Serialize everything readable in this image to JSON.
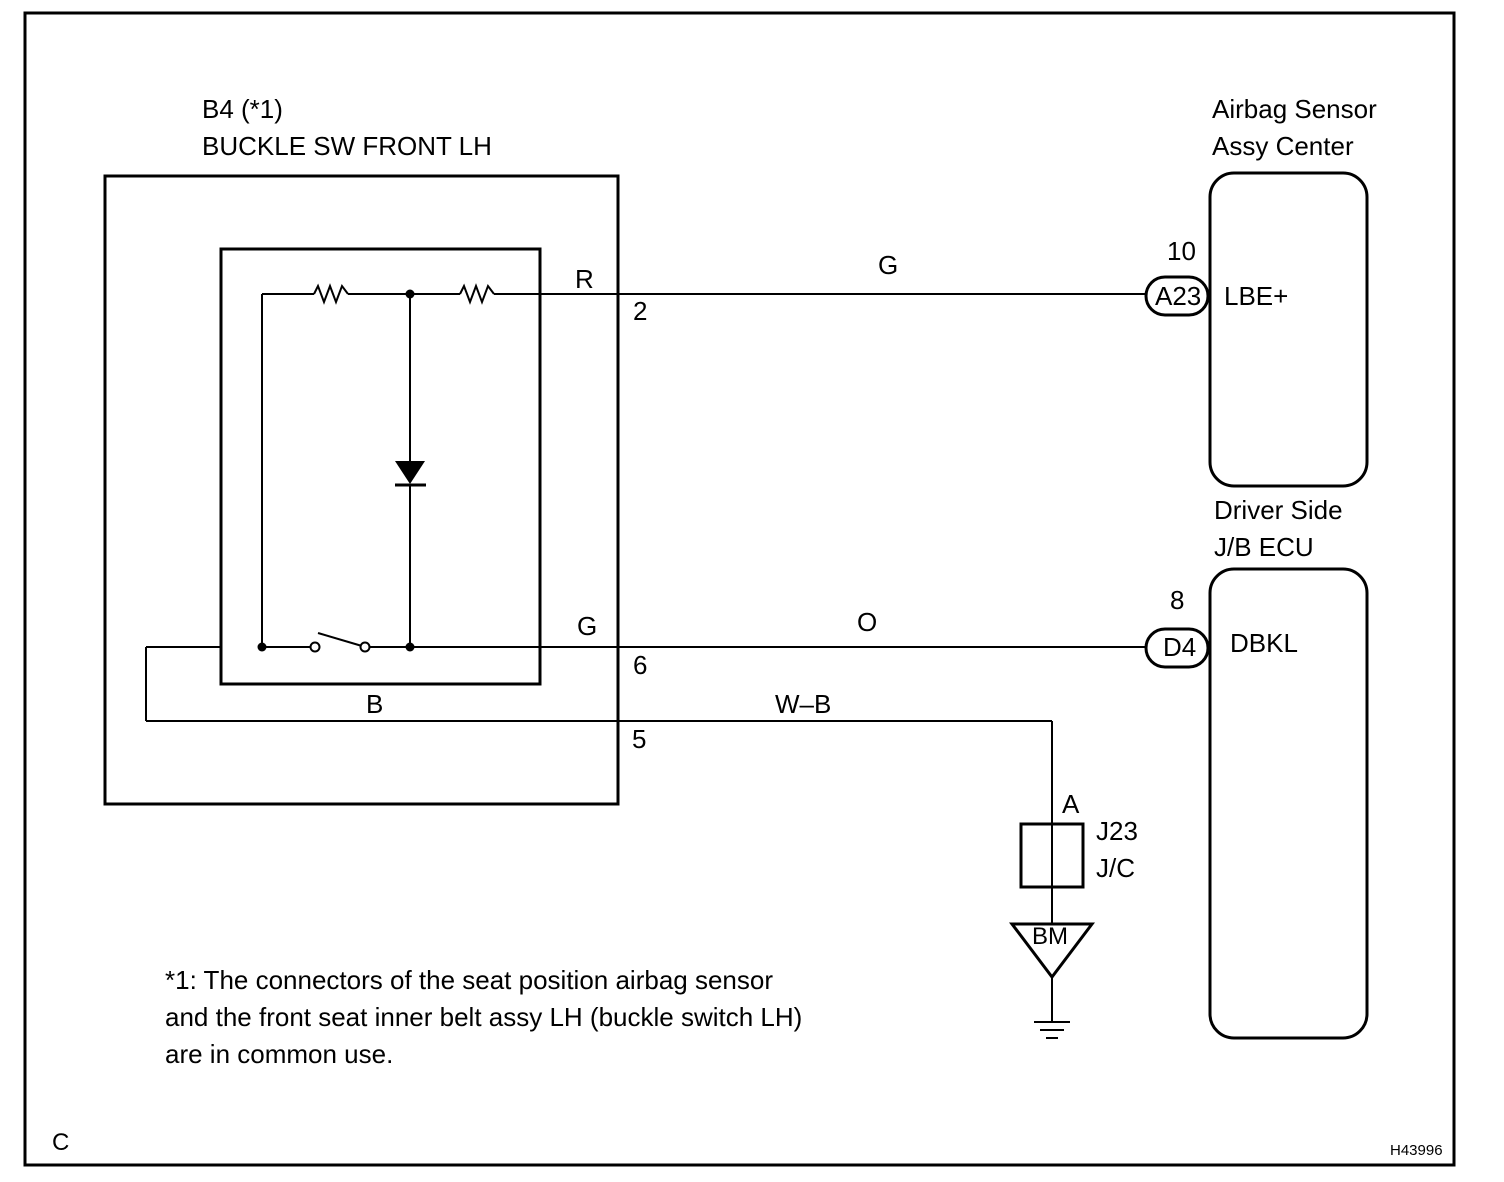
{
  "components": {
    "buckle_switch": {
      "code": "B4 (*1)",
      "name": "BUCKLE SW FRONT LH"
    },
    "airbag_sensor": {
      "name_line1": "Airbag Sensor",
      "name_line2": "Assy Center"
    },
    "jb_ecu": {
      "name_line1": "Driver Side",
      "name_line2": "J/B ECU"
    },
    "junction": {
      "pin": "A",
      "code": "J23",
      "type": "J/C"
    },
    "ground": {
      "label": "BM"
    }
  },
  "wires": {
    "top": {
      "inner_color": "R",
      "pin": "2",
      "outer_color": "G",
      "connector": "A23",
      "connector_pin": "10",
      "terminal": "LBE+"
    },
    "middle": {
      "inner_color": "G",
      "pin": "6",
      "outer_color": "O",
      "connector": "D4",
      "connector_pin": "8",
      "terminal": "DBKL"
    },
    "bottom": {
      "inner_color": "B",
      "pin": "5",
      "outer_color": "W–B"
    }
  },
  "footnote": {
    "line1": "*1: The connectors of the seat position airbag sensor",
    "line2": "and the front seat inner belt assy LH (buckle switch LH)",
    "line3": "are in common use."
  },
  "corner_letter": "C",
  "figure_id": "H43996"
}
